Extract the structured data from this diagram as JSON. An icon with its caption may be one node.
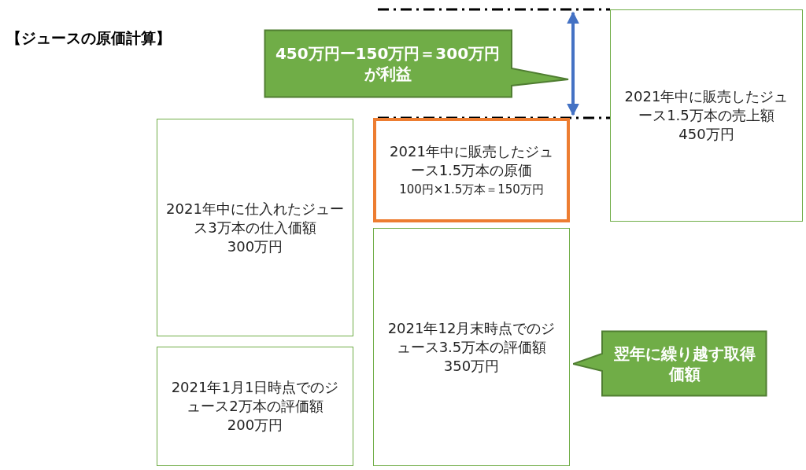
{
  "diagram": {
    "title": "【ジュースの原価計算】",
    "nodes": [
      {
        "text": [
          "450万円ー150万円＝300万円が利益"
        ]
      },
      {
        "text": [
          "2021年中に販売したジュース1.5万本の売上額",
          "450万円"
        ]
      },
      {
        "text": [
          "2021年中に仕入れたジュース3万本の仕入価額",
          "300万円"
        ]
      },
      {
        "text": [
          "2021年中に販売したジュース1.5万本の原価",
          "100円×1.5万本＝150万円"
        ]
      },
      {
        "text": [
          "2021年1月1日時点でのジュース2万本の評価額",
          "200万円"
        ]
      },
      {
        "text": [
          "2021年12月末時点でのジュース3.5万本の評価額",
          "350万円"
        ]
      },
      {
        "text": [
          "翌年に繰り越す取得価額"
        ]
      }
    ]
  }
}
